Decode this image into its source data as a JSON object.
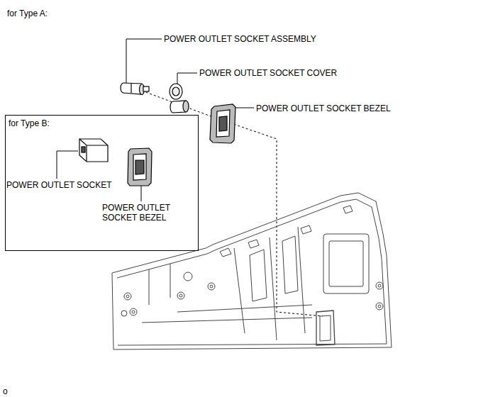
{
  "diagram": {
    "nodes": [
      {
        "text": [
          "for Type B:"
        ]
      }
    ],
    "labels": [
      "for Type A:",
      "POWER OUTLET SOCKET ASSEMBLY",
      "POWER OUTLET SOCKET COVER",
      "POWER OUTLET SOCKET BEZEL",
      "POWER OUTLET SOCKET",
      "POWER OUTLET SOCKET BEZEL",
      "o"
    ]
  }
}
